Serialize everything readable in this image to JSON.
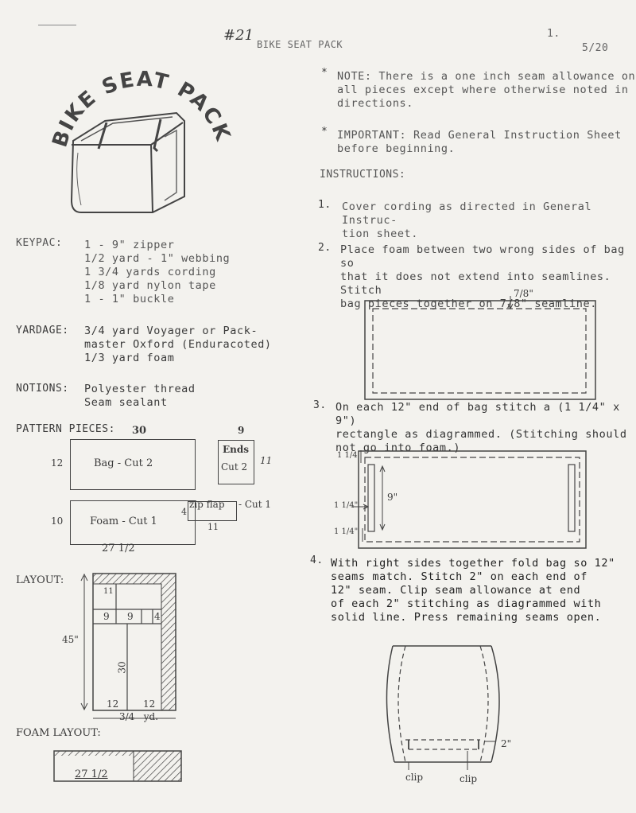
{
  "header": {
    "number": "#21",
    "title": "BIKE SEAT PACK",
    "page": "1.",
    "date": "5/20"
  },
  "logo": {
    "text": "BIKE SEAT PACK"
  },
  "keypac": {
    "label": "KEYPAC:",
    "items": [
      "1 - 9\" zipper",
      "1/2 yard - 1\" webbing",
      "1 3/4 yards cording",
      "1/8 yard nylon tape",
      "1 - 1\" buckle"
    ]
  },
  "yardage": {
    "label": "YARDAGE:",
    "lines": [
      "3/4 yard Voyager or Pack-",
      "master Oxford (Enduracoted)",
      "1/3 yard foam"
    ]
  },
  "notions": {
    "label": "NOTIONS:",
    "lines": [
      "Polyester thread",
      "Seam sealant"
    ]
  },
  "pattern_pieces": {
    "label": "PATTERN PIECES:",
    "bag": {
      "text": "Bag - Cut 2",
      "width": "30",
      "height": "12"
    },
    "ends": {
      "title": "Ends",
      "text": "Cut 2",
      "width": "9",
      "height": "11"
    },
    "foam": {
      "text": "Foam - Cut 1",
      "width": "27 1/2",
      "height": "10"
    },
    "zipflap": {
      "text": "zip flap",
      "suffix": "- Cut 1",
      "width": "11",
      "height": "4"
    }
  },
  "layout": {
    "label": "LAYOUT:",
    "height": "45\"",
    "ends_h": "11",
    "w1": "9",
    "w2": "9",
    "w3": "4",
    "mid": "30",
    "b1": "12",
    "b2": "12",
    "bottom": "3/4   yd."
  },
  "foam_layout": {
    "label": "FOAM LAYOUT:",
    "value": "27 1/2"
  },
  "notes": {
    "note": [
      "NOTE:  There is a one inch seam allowance on",
      "all pieces except where otherwise noted in",
      "directions."
    ],
    "important": [
      "IMPORTANT:  Read General Instruction Sheet",
      "before beginning."
    ],
    "instructions_label": "INSTRUCTIONS:"
  },
  "steps": [
    {
      "num": "1.",
      "lines": [
        "Cover cording as directed in General Instruc-",
        "tion sheet."
      ]
    },
    {
      "num": "2.",
      "lines": [
        "Place foam between two wrong sides of bag so",
        "that it does not extend into seamlines.  Stitch",
        "bag pieces together on 7/8\" seamline."
      ]
    },
    {
      "num": "3.",
      "lines": [
        "On each 12\" end of bag stitch a (1 1/4\" x 9\")",
        "rectangle as diagrammed.  (Stitching should",
        "not go into foam.)"
      ]
    },
    {
      "num": "4.",
      "lines": [
        "With right sides together fold bag so 12\"",
        "seams match.  Stitch 2\" on each end of",
        "12\" seam.  Clip seam allowance at end",
        "of each 2\" stitching as diagrammed with",
        "solid line.  Press remaining seams open."
      ]
    }
  ],
  "diagrams": {
    "d2_label": "7/8\"",
    "d3_top": "1 1/4",
    "d3_nine": "9\"",
    "d3_left": "1 1/4\"",
    "d3_bot": "1 1/4\"",
    "d4_two": "2\"",
    "d4_clip1": "clip",
    "d4_clip2": "clip"
  }
}
